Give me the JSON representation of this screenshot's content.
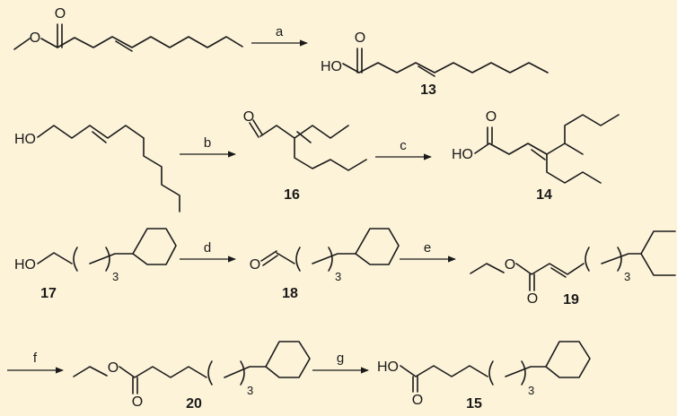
{
  "steps": [
    "a",
    "b",
    "c",
    "d",
    "e",
    "f",
    "g"
  ],
  "compounds": {
    "c13": "13",
    "c14": "14",
    "c15": "15",
    "c16": "16",
    "c17": "17",
    "c18": "18",
    "c19": "19",
    "c20": "20"
  },
  "atoms": {
    "oxygen": "O",
    "hydroxyl_left": "HO"
  },
  "repeat_subscript": "3"
}
